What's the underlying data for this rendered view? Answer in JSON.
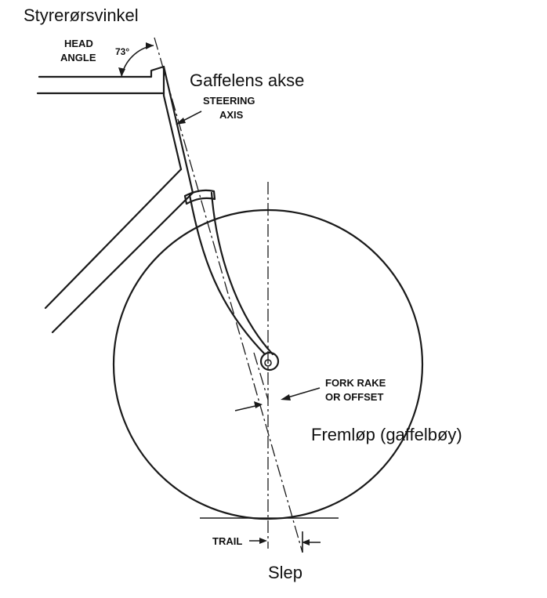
{
  "labels": {
    "head_angle_no": "Styrerørsvinkel",
    "steering_axis_no": "Gaffelens akse",
    "fork_rake_no": "Fremløp (gaffelbøy)",
    "trail_no": "Slep",
    "head_angle_line1": "HEAD",
    "head_angle_line2": "ANGLE",
    "angle_value": "73°",
    "steering_axis_line1": "STEERING",
    "steering_axis_line2": "AXIS",
    "fork_rake_line1": "FORK RAKE",
    "fork_rake_line2": "OR OFFSET",
    "trail_en": "TRAIL"
  }
}
